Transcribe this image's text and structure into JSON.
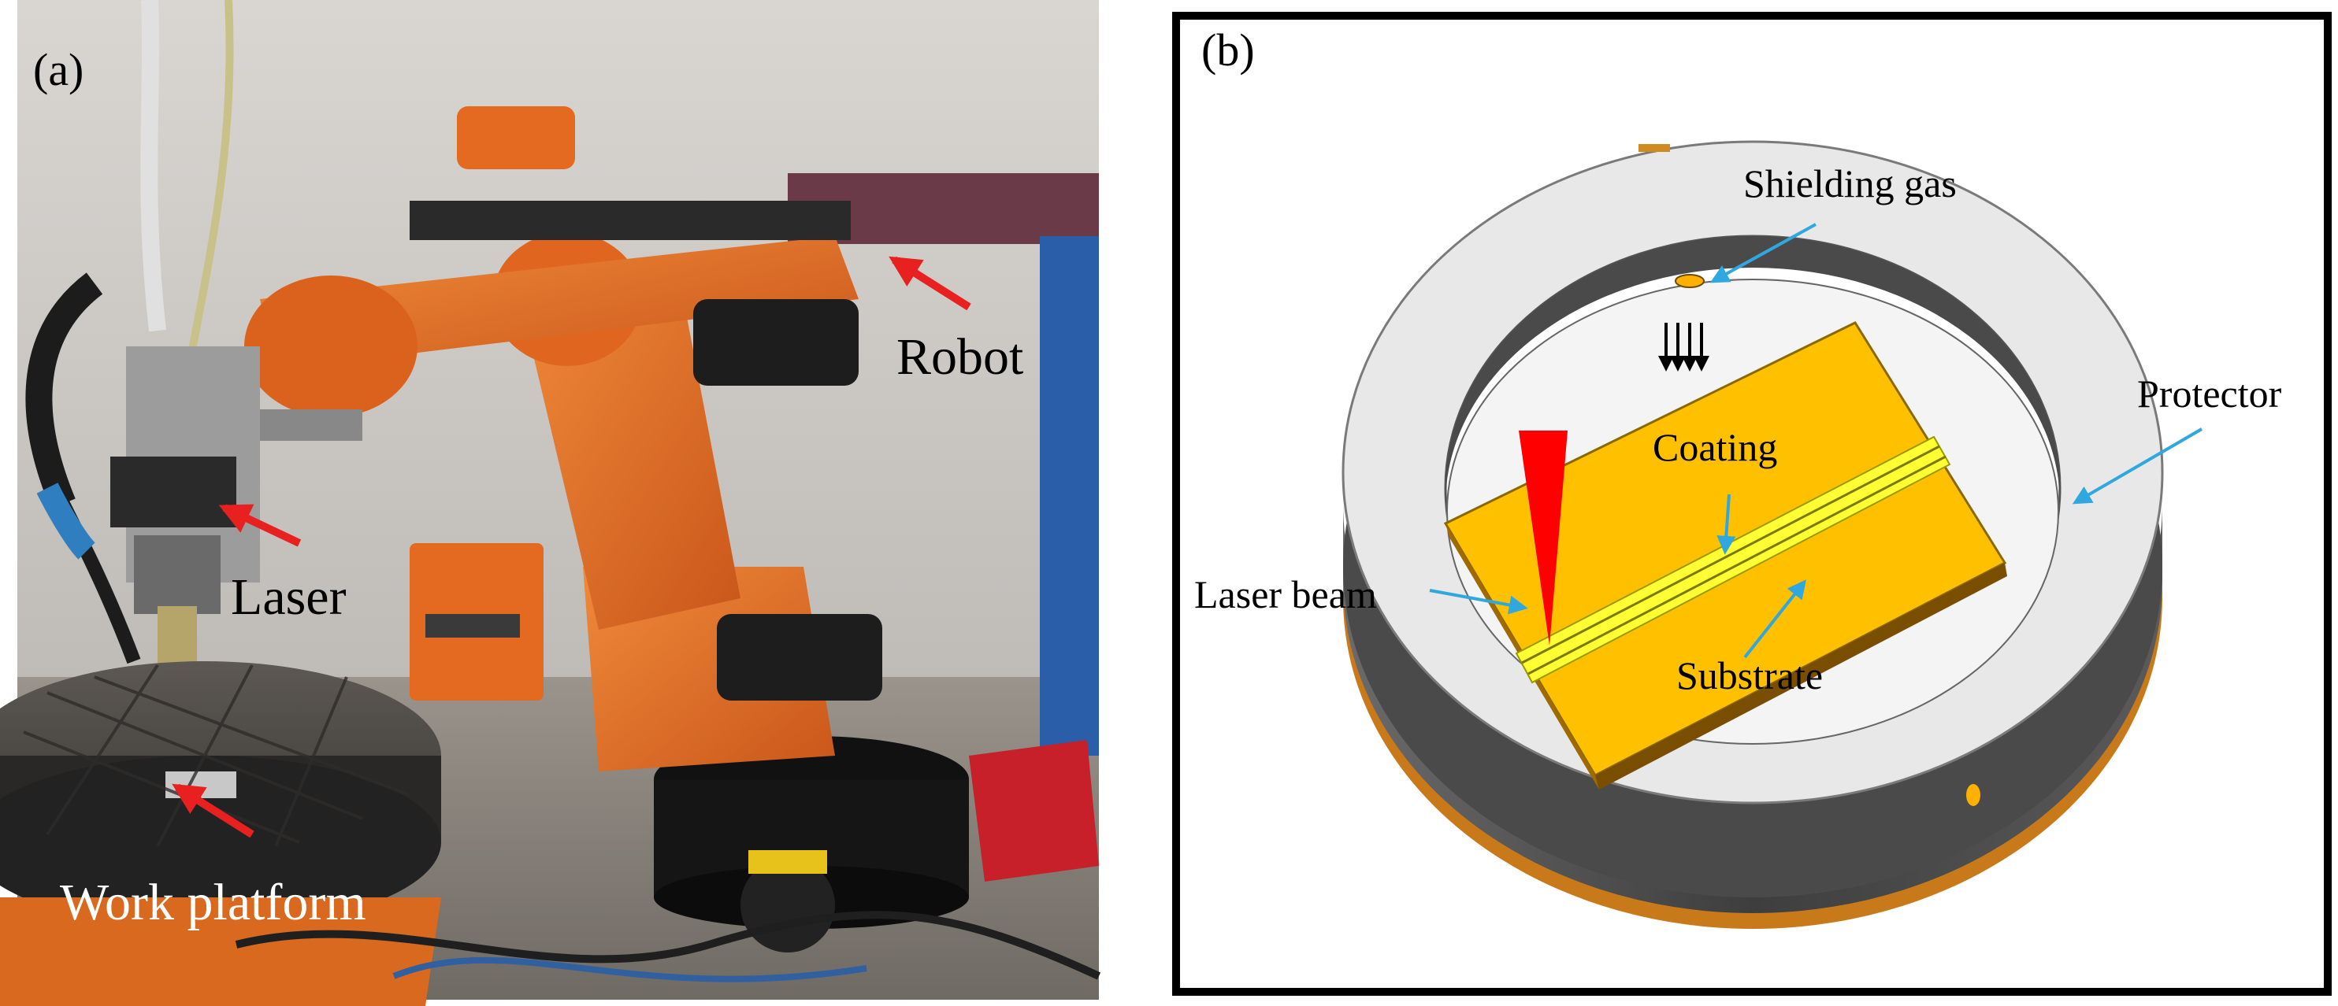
{
  "panel_a": {
    "tag": "(a)",
    "labels": {
      "robot": "Robot",
      "laser": "Laser",
      "work_platform": "Work platform"
    },
    "colors": {
      "robot_orange": "#e2681f",
      "arrow_red": "#e82020",
      "base_black": "#1a1a1a"
    }
  },
  "panel_b": {
    "tag": "(b)",
    "labels": {
      "shielding_gas": "Shielding gas",
      "protector": "Protector",
      "coating": "Coating",
      "laser_beam": "Laser beam",
      "substrate": "Substrate"
    },
    "colors": {
      "substrate_yellow": "#ffc000",
      "coating_yellow": "#ffff33",
      "ring_face": "#e8e8e8",
      "ring_side": "#555555",
      "ring_bottom": "#c87a1a",
      "laser_red": "#ff0000",
      "leader_blue": "#2fa8e0"
    }
  }
}
